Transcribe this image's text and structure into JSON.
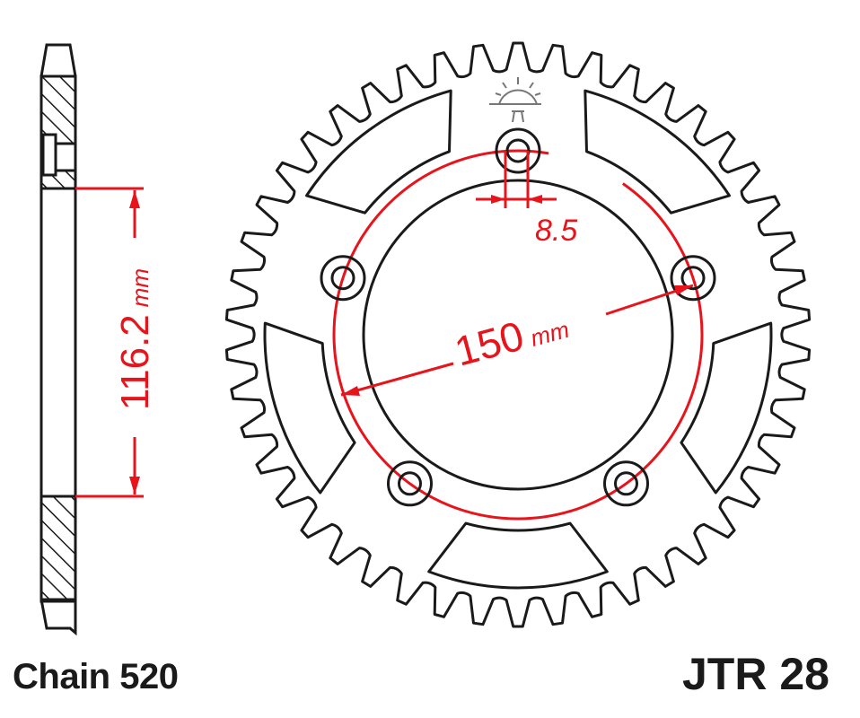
{
  "diagram": {
    "chain_label": "Chain 520",
    "model_label": "JTR 28",
    "dimensions": {
      "bolt_circle": {
        "value": "150",
        "unit": "mm"
      },
      "bolt_hole": {
        "value": "8.5"
      },
      "center_bore": {
        "value": "116.2",
        "unit": "mm"
      }
    },
    "teeth": 46,
    "bolt_holes": 5,
    "colors": {
      "outline": "#1a1a1a",
      "dimension": "#e8141c",
      "logo": "#777777"
    }
  }
}
